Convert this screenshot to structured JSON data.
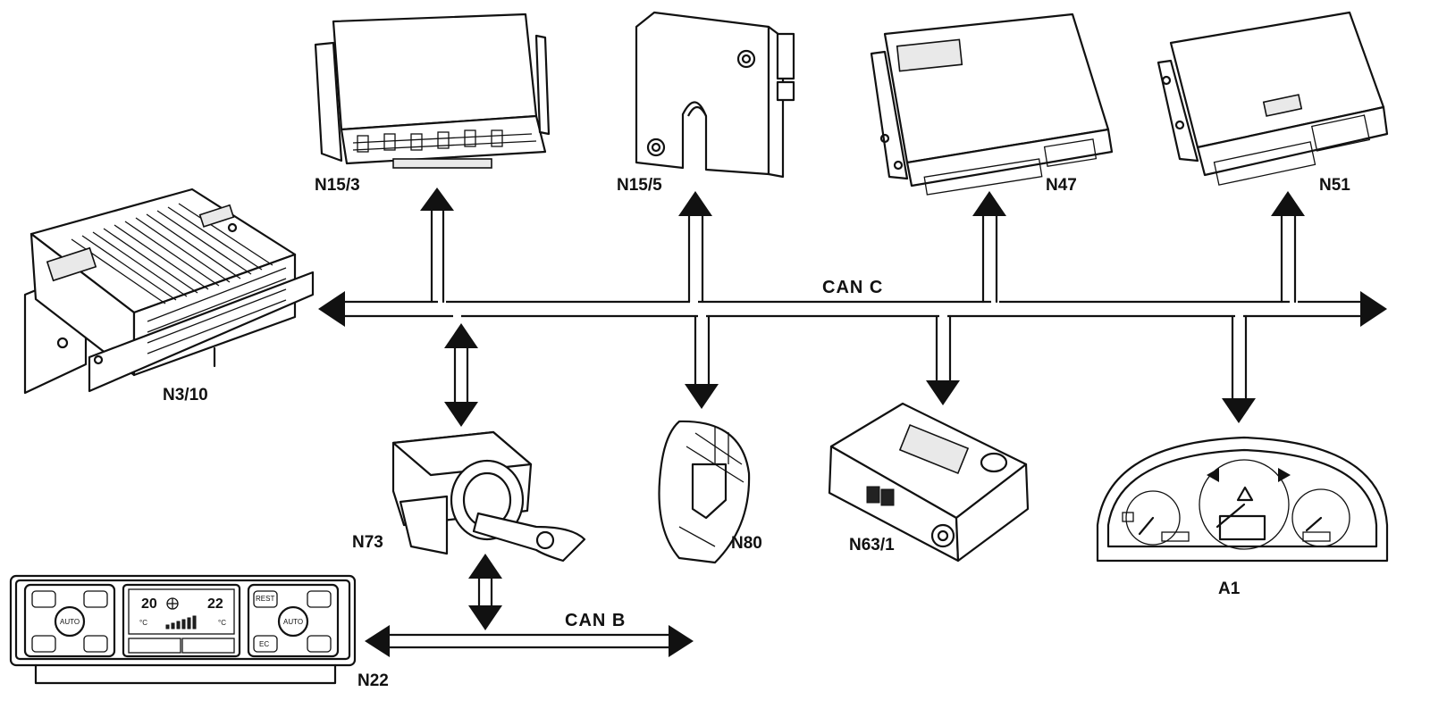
{
  "buses": {
    "can_c": "CAN  C",
    "can_b": "CAN  B"
  },
  "components": {
    "n3_10": "N3/10",
    "n15_3": "N15/3",
    "n15_5": "N15/5",
    "n47": "N47",
    "n51": "N51",
    "n73": "N73",
    "n80": "N80",
    "n63_1": "N63/1",
    "a1": "A1",
    "n22": "N22"
  },
  "climate_panel": {
    "temp_left": "20",
    "temp_right": "22",
    "unit": "°C",
    "auto_left": "AUTO",
    "auto_right": "AUTO",
    "rest": "REST",
    "ec": "EC"
  }
}
